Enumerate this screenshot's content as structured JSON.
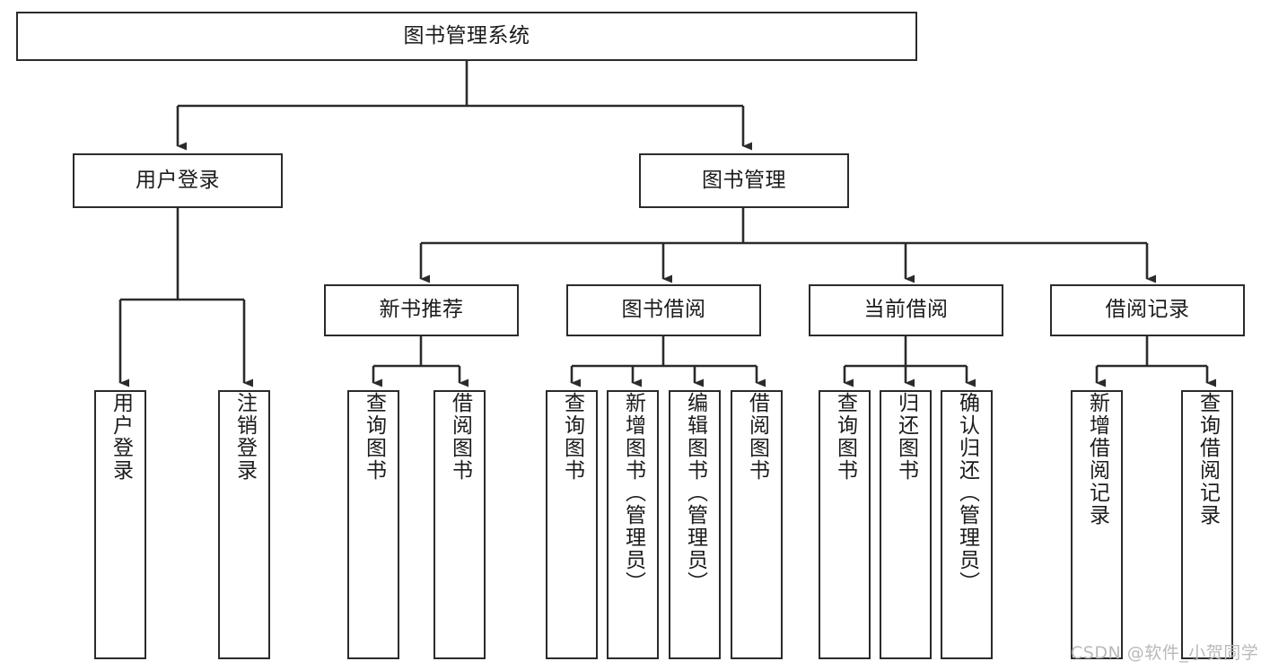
{
  "diagram": {
    "title": "图书管理系统",
    "type": "hierarchy-tree",
    "orientation": "top-down",
    "background_color": "#ffffff",
    "line_color": "#2b2b2b",
    "text_color": "#1b1b1b",
    "root": {
      "id": "root",
      "label": "图书管理系统"
    },
    "level2": [
      {
        "id": "user-login",
        "label": "用户登录"
      },
      {
        "id": "book-manage",
        "label": "图书管理"
      }
    ],
    "level3": [
      {
        "id": "new-book-recommend",
        "label": "新书推荐",
        "parent": "book-manage"
      },
      {
        "id": "book-borrow",
        "label": "图书借阅",
        "parent": "book-manage"
      },
      {
        "id": "current-borrow",
        "label": "当前借阅",
        "parent": "book-manage"
      },
      {
        "id": "borrow-record",
        "label": "借阅记录",
        "parent": "book-manage"
      }
    ],
    "leaves": [
      {
        "id": "leaf-user-login",
        "label": "用户登录",
        "parent": "user-login"
      },
      {
        "id": "leaf-logout-login",
        "label": "注销登录",
        "parent": "user-login"
      },
      {
        "id": "leaf-query-book-1",
        "label": "查询图书",
        "parent": "new-book-recommend"
      },
      {
        "id": "leaf-borrow-book-1",
        "label": "借阅图书",
        "parent": "new-book-recommend"
      },
      {
        "id": "leaf-query-book-2",
        "label": "查询图书",
        "parent": "book-borrow"
      },
      {
        "id": "leaf-add-book",
        "label": "新增图书（管理员）",
        "parent": "book-borrow"
      },
      {
        "id": "leaf-edit-book",
        "label": "编辑图书（管理员）",
        "parent": "book-borrow"
      },
      {
        "id": "leaf-borrow-book-2",
        "label": "借阅图书",
        "parent": "book-borrow"
      },
      {
        "id": "leaf-query-book-3",
        "label": "查询图书",
        "parent": "current-borrow"
      },
      {
        "id": "leaf-return-book",
        "label": "归还图书",
        "parent": "current-borrow"
      },
      {
        "id": "leaf-confirm-return",
        "label": "确认归还（管理员）",
        "parent": "current-borrow"
      },
      {
        "id": "leaf-add-record",
        "label": "新增借阅记录",
        "parent": "borrow-record"
      },
      {
        "id": "leaf-query-record",
        "label": "查询借阅记录",
        "parent": "borrow-record"
      }
    ]
  },
  "watermark": {
    "text": "CSDN @软件_小贺同学"
  }
}
